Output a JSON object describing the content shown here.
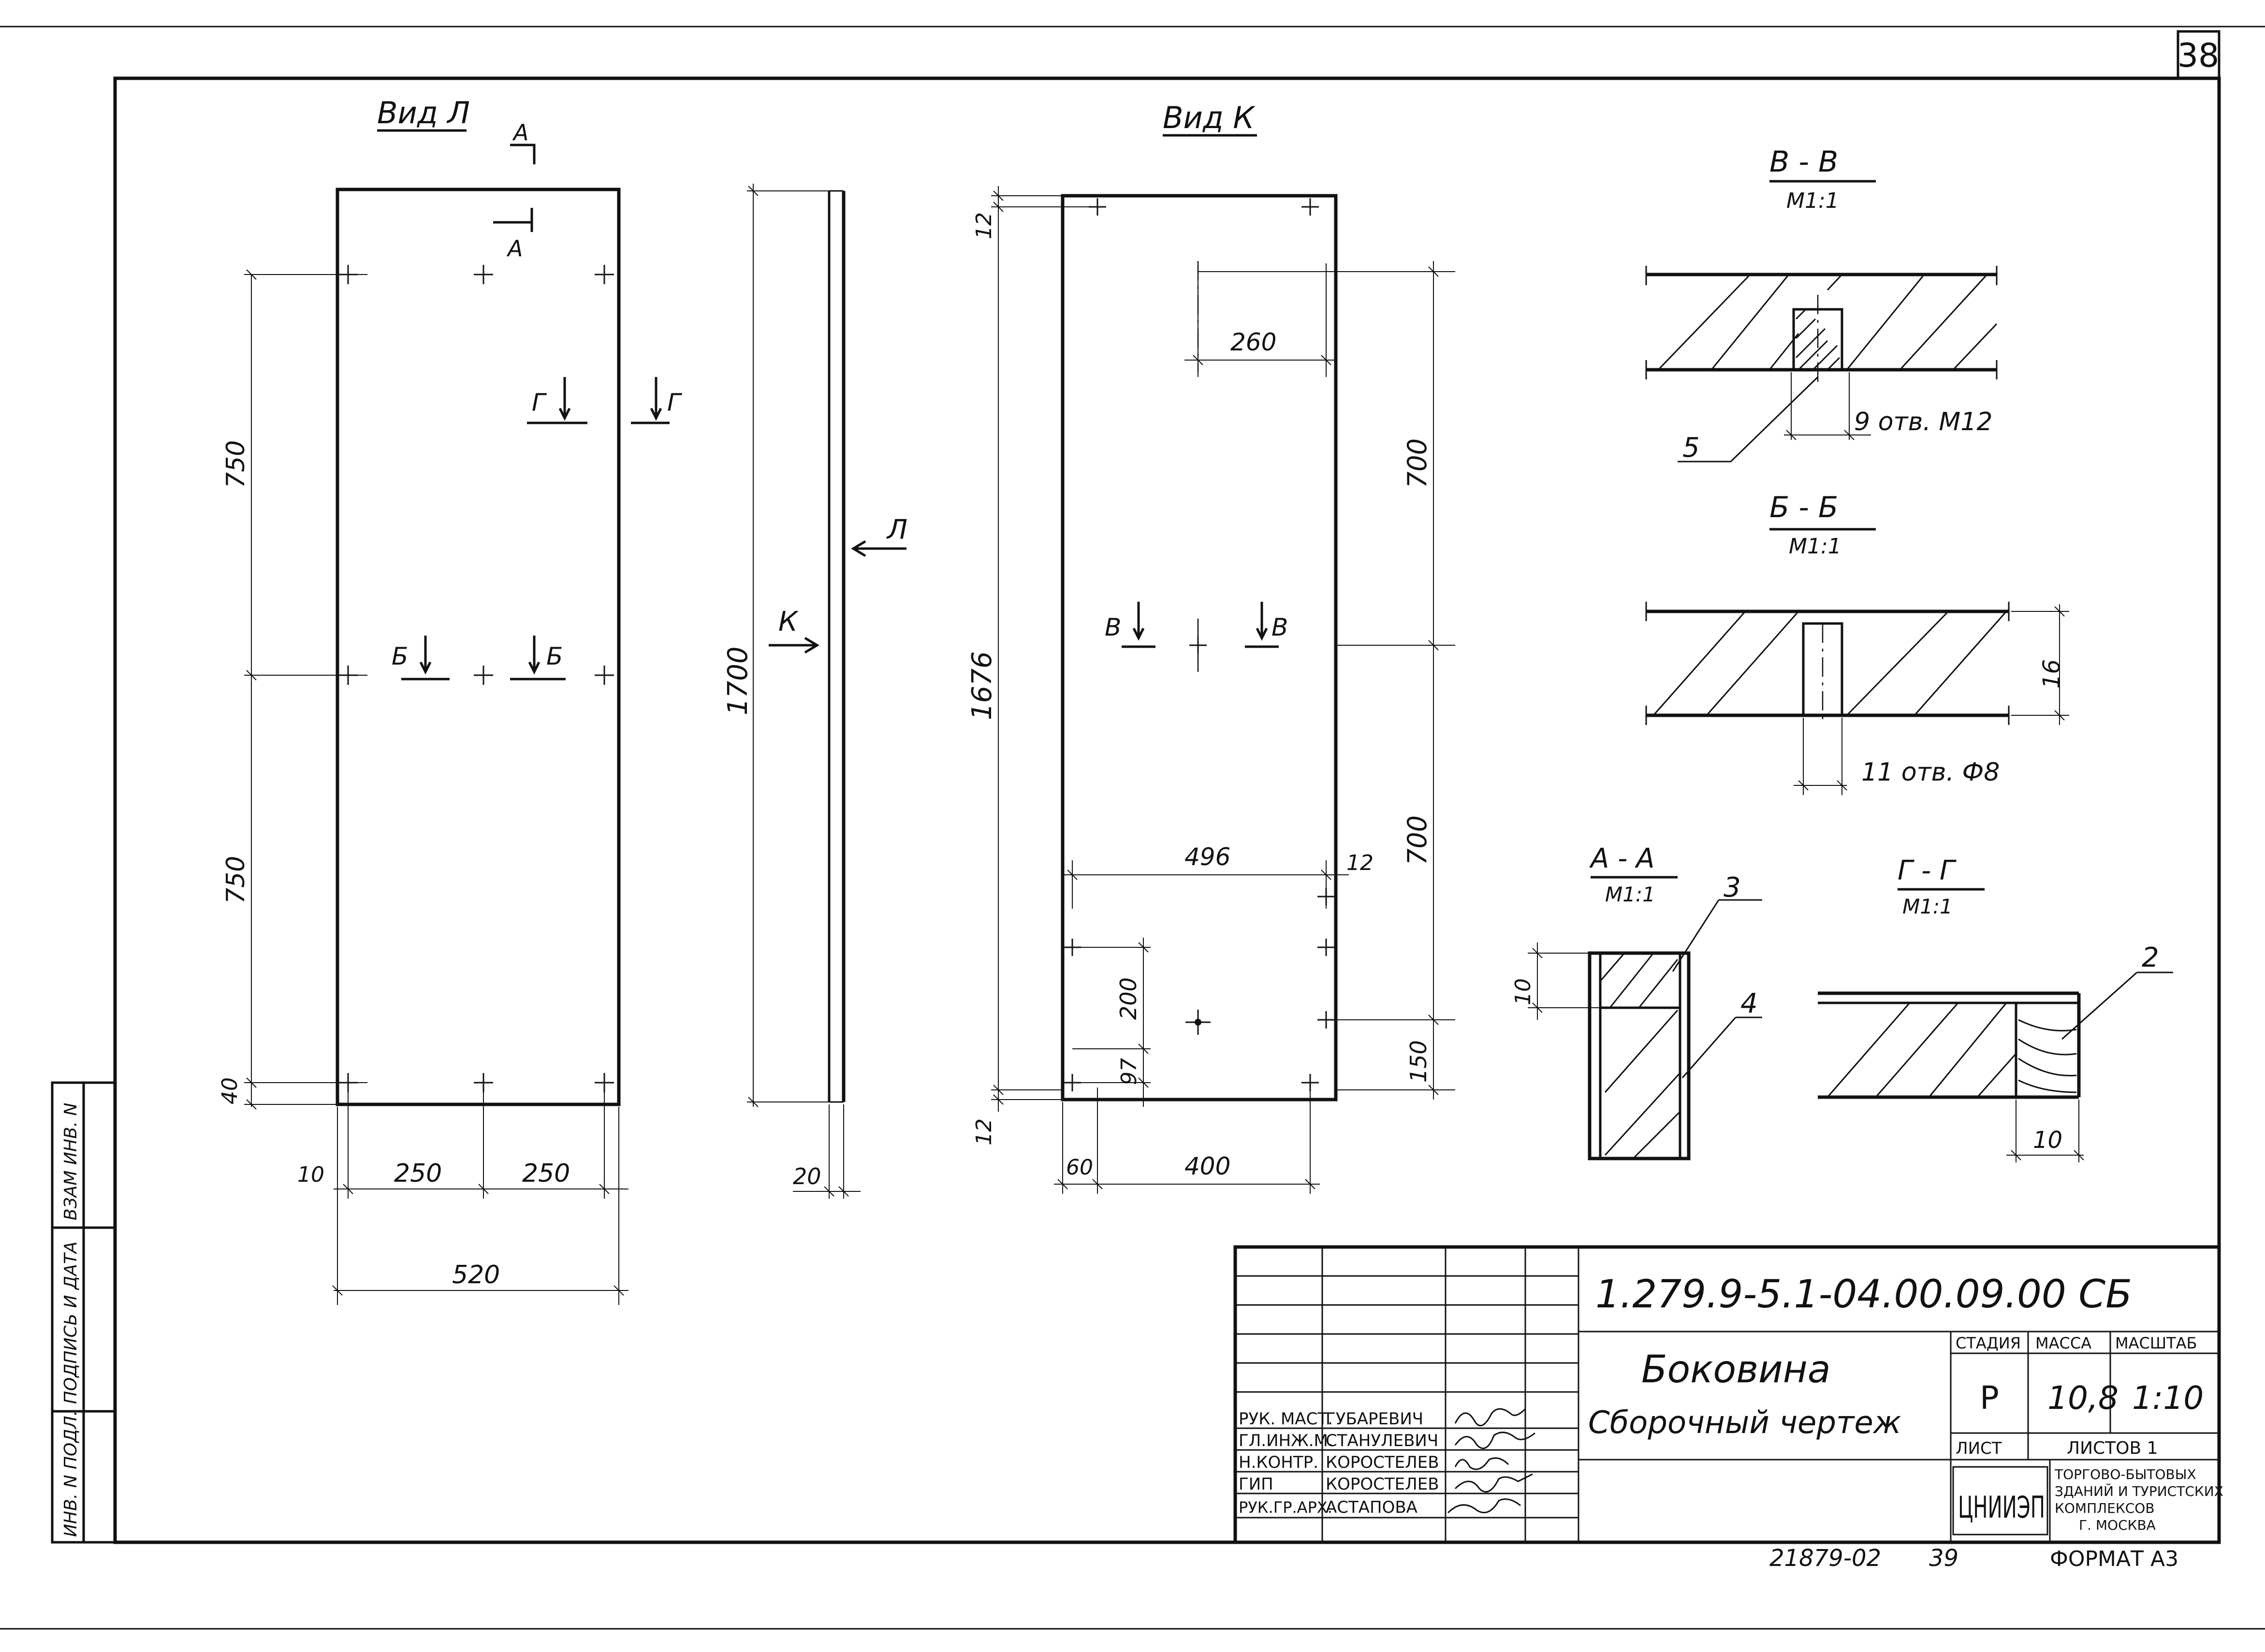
{
  "sheet_number": "38",
  "views": {
    "view_l": {
      "title": "Вид Л"
    },
    "view_k": {
      "title": "Вид К"
    },
    "dims_l": {
      "d750a": "750",
      "d750b": "750",
      "d40": "40",
      "d10": "10",
      "d250a": "250",
      "d250b": "250",
      "d520": "520"
    },
    "dims_side": {
      "d1700": "1700",
      "d20": "20"
    },
    "dims_k": {
      "d12a": "12",
      "d1676": "1676",
      "d12b": "12",
      "d260": "260",
      "d700a": "700",
      "d700b": "700",
      "d496": "496",
      "d12c": "12",
      "d200": "200",
      "d97": "97",
      "d150": "150",
      "d60": "60",
      "d400": "400"
    },
    "marks": {
      "a1": "А",
      "a2": "А",
      "g1": "Г",
      "g2": "Г",
      "b1": "Б",
      "b2": "Б",
      "v1": "В",
      "v2": "В",
      "l_arrow": "Л",
      "k_arrow": "К"
    }
  },
  "sections": {
    "vv": {
      "title": "В - В",
      "scale": "М1:1",
      "leader_num": "5",
      "note": "9 отв. М12"
    },
    "bb": {
      "title": "Б - Б",
      "scale": "М1:1",
      "dim": "16",
      "note": "11 отв. Ф8"
    },
    "aa": {
      "title": "А - А",
      "scale": "М1:1",
      "dim": "10",
      "pos3": "3",
      "pos4": "4"
    },
    "gg": {
      "title": "Г - Г",
      "scale": "М1:1",
      "pos2": "2",
      "dim": "10"
    }
  },
  "title_block": {
    "doc_code": "1.279.9-5.1-04.00.09.00 СБ",
    "name_line1": "Боковина",
    "name_line2": "Сборочный чертеж",
    "stage_label": "СТАДИЯ",
    "mass_label": "МАССА",
    "scale_label": "МАСШТАБ",
    "stage": "Р",
    "mass": "10,8",
    "scale": "1:10",
    "sheet_label": "ЛИСТ",
    "sheets_label": "ЛИСТОВ 1",
    "org_logo": "ЦНИИЭП",
    "org_line1": "ТОРГОВО-БЫТОВЫХ",
    "org_line2": "ЗДАНИЙ И ТУРИСТСКИХ",
    "org_line3": "КОМПЛЕКСОВ",
    "org_line4": "Г. МОСКВА",
    "signatures": [
      {
        "role": "РУК. МАСТ.",
        "name": "ГУБАРЕВИЧ"
      },
      {
        "role": "ГЛ.ИНЖ.М.",
        "name": "СТАНУЛЕВИЧ"
      },
      {
        "role": "Н.КОНТР.",
        "name": "КОРОСТЕЛЕВ"
      },
      {
        "role": "ГИП",
        "name": "КОРОСТЕЛЕВ"
      },
      {
        "role": "РУК.ГР.АРХ.",
        "name": "АСТАПОВА"
      }
    ]
  },
  "side_stamp": {
    "col1": "ИНВ. N ПОДЛ.",
    "col2": "ПОДПИСЬ И ДАТА",
    "col3": "ВЗАМ ИНВ. N"
  },
  "footer": {
    "archive": "21879-02",
    "page": "39",
    "format": "ФОРМАТ А3"
  }
}
